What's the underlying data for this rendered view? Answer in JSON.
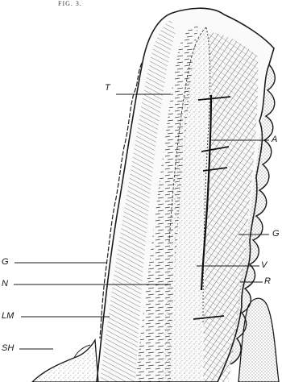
{
  "figure": {
    "caption": "FIG. 3.",
    "labels": {
      "T": "T",
      "A": "A",
      "G_right": "G",
      "V": "V",
      "R": "R",
      "G_left": "G",
      "N": "N",
      "LM": "LM",
      "SH": "SH"
    }
  },
  "colors": {
    "ink": "#1a1a1a",
    "paper": "#ffffff"
  }
}
